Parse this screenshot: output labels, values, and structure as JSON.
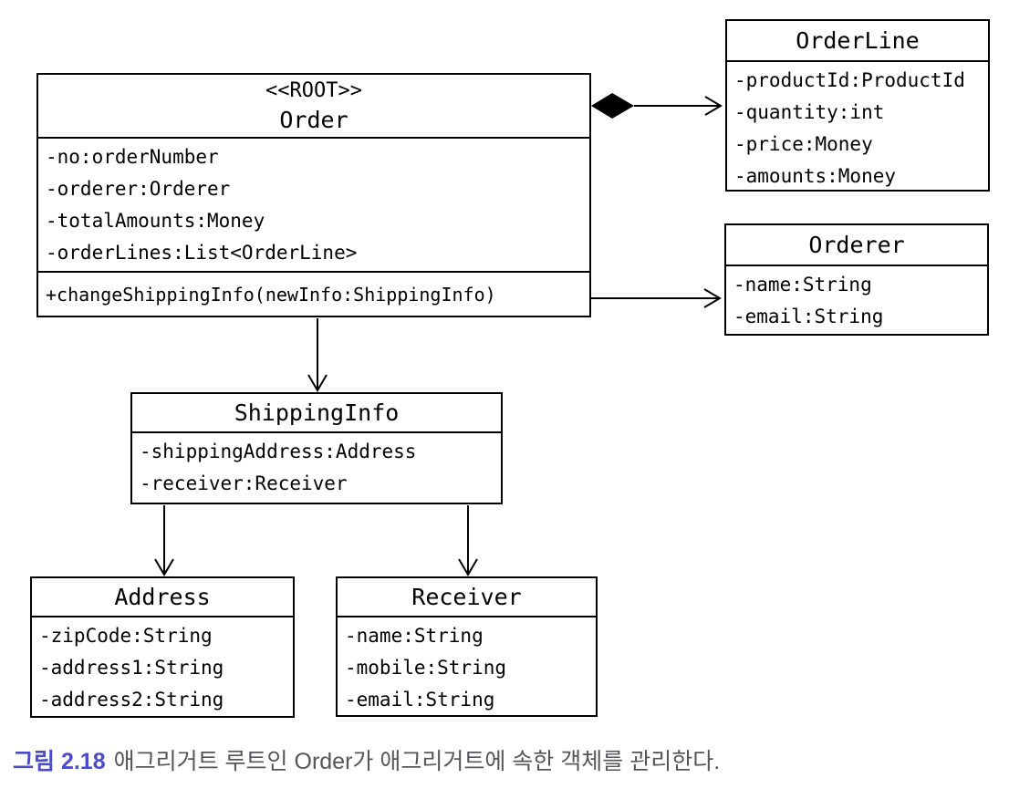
{
  "diagram": {
    "classes": {
      "order": {
        "stereotype": "<<ROOT>>",
        "name": "Order",
        "attributes": [
          "-no:orderNumber",
          "-orderer:Orderer",
          "-totalAmounts:Money",
          "-orderLines:List<OrderLine>"
        ],
        "methods": [
          "+changeShippingInfo(newInfo:ShippingInfo)"
        ]
      },
      "order_line": {
        "name": "OrderLine",
        "attributes": [
          "-productId:ProductId",
          "-quantity:int",
          "-price:Money",
          "-amounts:Money"
        ]
      },
      "orderer": {
        "name": "Orderer",
        "attributes": [
          "-name:String",
          "-email:String"
        ]
      },
      "shipping_info": {
        "name": "ShippingInfo",
        "attributes": [
          "-shippingAddress:Address",
          "-receiver:Receiver"
        ]
      },
      "address": {
        "name": "Address",
        "attributes": [
          "-zipCode:String",
          "-address1:String",
          "-address2:String"
        ]
      },
      "receiver": {
        "name": "Receiver",
        "attributes": [
          "-name:String",
          "-mobile:String",
          "-email:String"
        ]
      }
    },
    "relations": [
      {
        "from": "Order",
        "to": "OrderLine",
        "type": "composition-arrow"
      },
      {
        "from": "Order",
        "to": "Orderer",
        "type": "arrow"
      },
      {
        "from": "Order",
        "to": "ShippingInfo",
        "type": "arrow"
      },
      {
        "from": "ShippingInfo",
        "to": "Address",
        "type": "arrow"
      },
      {
        "from": "ShippingInfo",
        "to": "Receiver",
        "type": "arrow"
      }
    ]
  },
  "caption": {
    "label": "그림 2.18",
    "text": "애그리거트 루트인 Order가 애그리거트에 속한 객체를 관리한다."
  },
  "colors": {
    "line": "#000000",
    "background": "#ffffff",
    "caption_label": "#4b4cc8",
    "caption_text": "#55565a"
  }
}
